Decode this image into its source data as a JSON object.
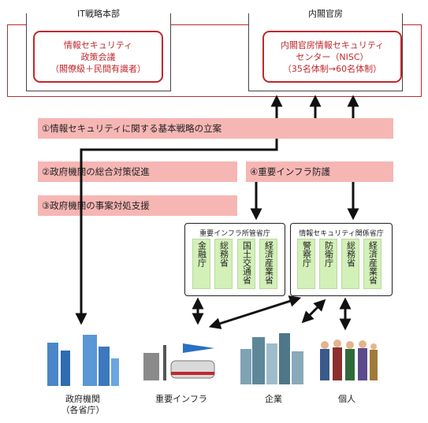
{
  "it_hq": {
    "title": "IT戦略本部",
    "box_lines": [
      "情報セキュリティ",
      "政策会議",
      "（閣僚級＋民間有識者）"
    ]
  },
  "cabinet": {
    "title": "内閣官房",
    "box_lines": [
      "内閣官房情報セキュリティ",
      "センター（NISC）",
      "（35名体制→60名体制）"
    ]
  },
  "bars": {
    "b1": "①情報セキュリティに関する基本戦略の立案",
    "b2": "②政府機関の総合対策促進",
    "b3": "③政府機関の事案対処支援",
    "b4": "④重要インフラ防護"
  },
  "infra_ministries": {
    "title": "重要インフラ所管省庁",
    "cols": [
      "金融庁",
      "総務省",
      "国土交通省",
      "経済産業省"
    ]
  },
  "security_ministries": {
    "title": "情報セキュリティ関係省庁",
    "cols": [
      "警察庁",
      "防衛庁",
      "総務省",
      "経済産業省"
    ]
  },
  "targets": {
    "gov": [
      "政府機関",
      "（各省庁）"
    ],
    "infra": "重要インフラ",
    "company": "企業",
    "individual": "個人"
  },
  "colors": {
    "red": "#c0282d",
    "pink": "#f6b6b4",
    "green": "#d2f0b8"
  }
}
